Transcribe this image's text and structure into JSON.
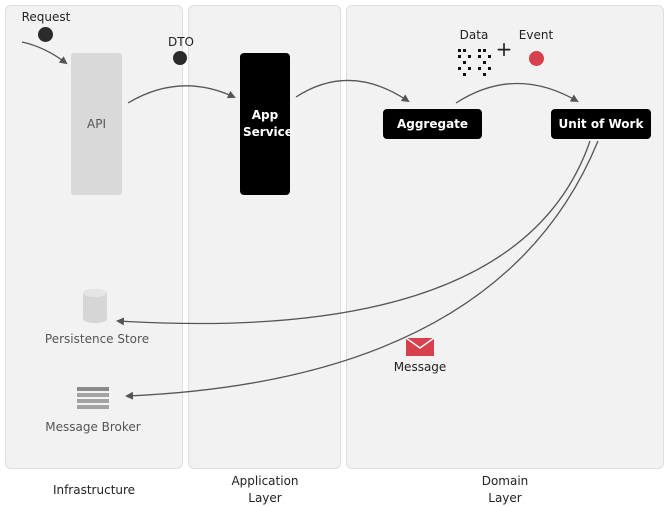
{
  "request": "Request",
  "dto": "DTO",
  "api": "API",
  "app_service": "App Service",
  "aggregate": "Aggregate",
  "unit_of_work": "Unit of Work",
  "data": "Data",
  "plus": "+",
  "event": "Event",
  "persistence_store": "Persistence Store",
  "message": "Message",
  "message_broker": "Message Broker",
  "layers": {
    "infrastructure": "Infrastructure",
    "application": "Application Layer",
    "domain": "Domain Layer"
  },
  "colors": {
    "accent": "#d7404d",
    "panel": "#f2f2f2",
    "box": "#000000",
    "api_box": "#d9d9d9",
    "arrow": "#555555"
  }
}
